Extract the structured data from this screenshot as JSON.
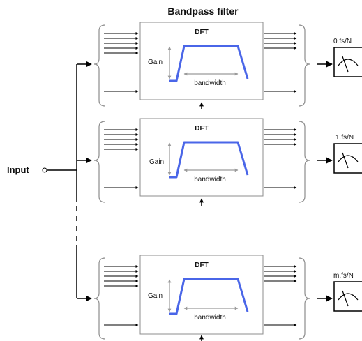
{
  "title": "Bandpass filter",
  "input_label": "Input",
  "filters": [
    {
      "block_label": "DFT",
      "gain_label": "Gain",
      "bandwidth_label": "bandwidth",
      "meter_label": "0.fs/N"
    },
    {
      "block_label": "DFT",
      "gain_label": "Gain",
      "bandwidth_label": "bandwidth",
      "meter_label": "1.fs/N"
    },
    {
      "block_label": "DFT",
      "gain_label": "Gain",
      "bandwidth_label": "bandwidth",
      "meter_label": "m.fs/N"
    }
  ],
  "colors": {
    "curve": "#4a66e8",
    "box_border": "#8c8c8c",
    "line": "#000000"
  }
}
